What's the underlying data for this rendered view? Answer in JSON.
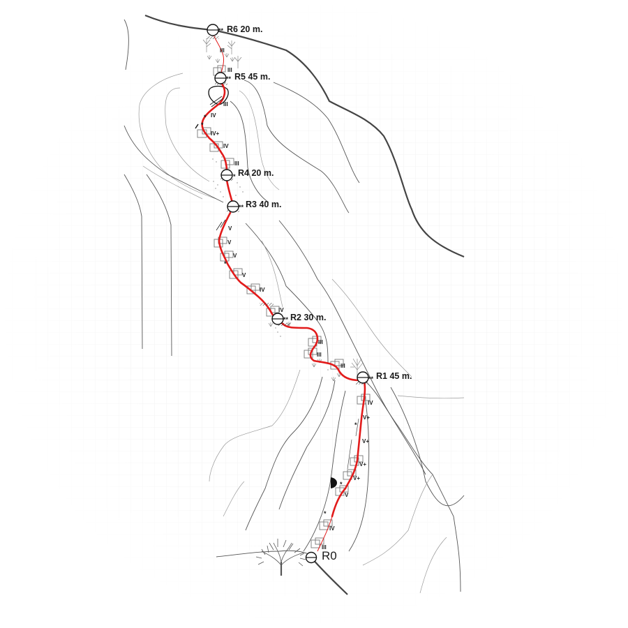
{
  "diagram": {
    "type": "climbing-route-topo",
    "colors": {
      "route": "#e21b1b",
      "contour": "#555555",
      "ridge": "#444444",
      "grid": "#f0f0f0",
      "label": "#1a1a1a"
    },
    "belays": [
      {
        "id": "R6",
        "label": "R6 20 m.",
        "stars": "**"
      },
      {
        "id": "R5",
        "label": "R5 45 m.",
        "stars": "**"
      },
      {
        "id": "R4",
        "label": "R4 20 m.",
        "stars": "*"
      },
      {
        "id": "R3",
        "label": "R3 40 m.",
        "stars": "**"
      },
      {
        "id": "R2",
        "label": "R2 30 m.",
        "stars": "**"
      },
      {
        "id": "R1",
        "label": "R1 45 m.",
        "stars": "**"
      },
      {
        "id": "R0",
        "label": "R0",
        "stars": ""
      }
    ],
    "grades": {
      "r6_r5": [
        "III",
        "III"
      ],
      "r5_r4": [
        "III",
        "IV",
        "IV+",
        "IV",
        "III"
      ],
      "r3_r2": [
        "V",
        "V",
        "V",
        "V",
        "IV",
        "IV"
      ],
      "r2_r1": [
        "III",
        "III",
        "III"
      ],
      "r1_r0": [
        "IV",
        "V+",
        "V+",
        "V+",
        "V+",
        "V",
        "IV",
        "III"
      ]
    },
    "marks": {
      "star": "*",
      "double_star": "**"
    }
  }
}
